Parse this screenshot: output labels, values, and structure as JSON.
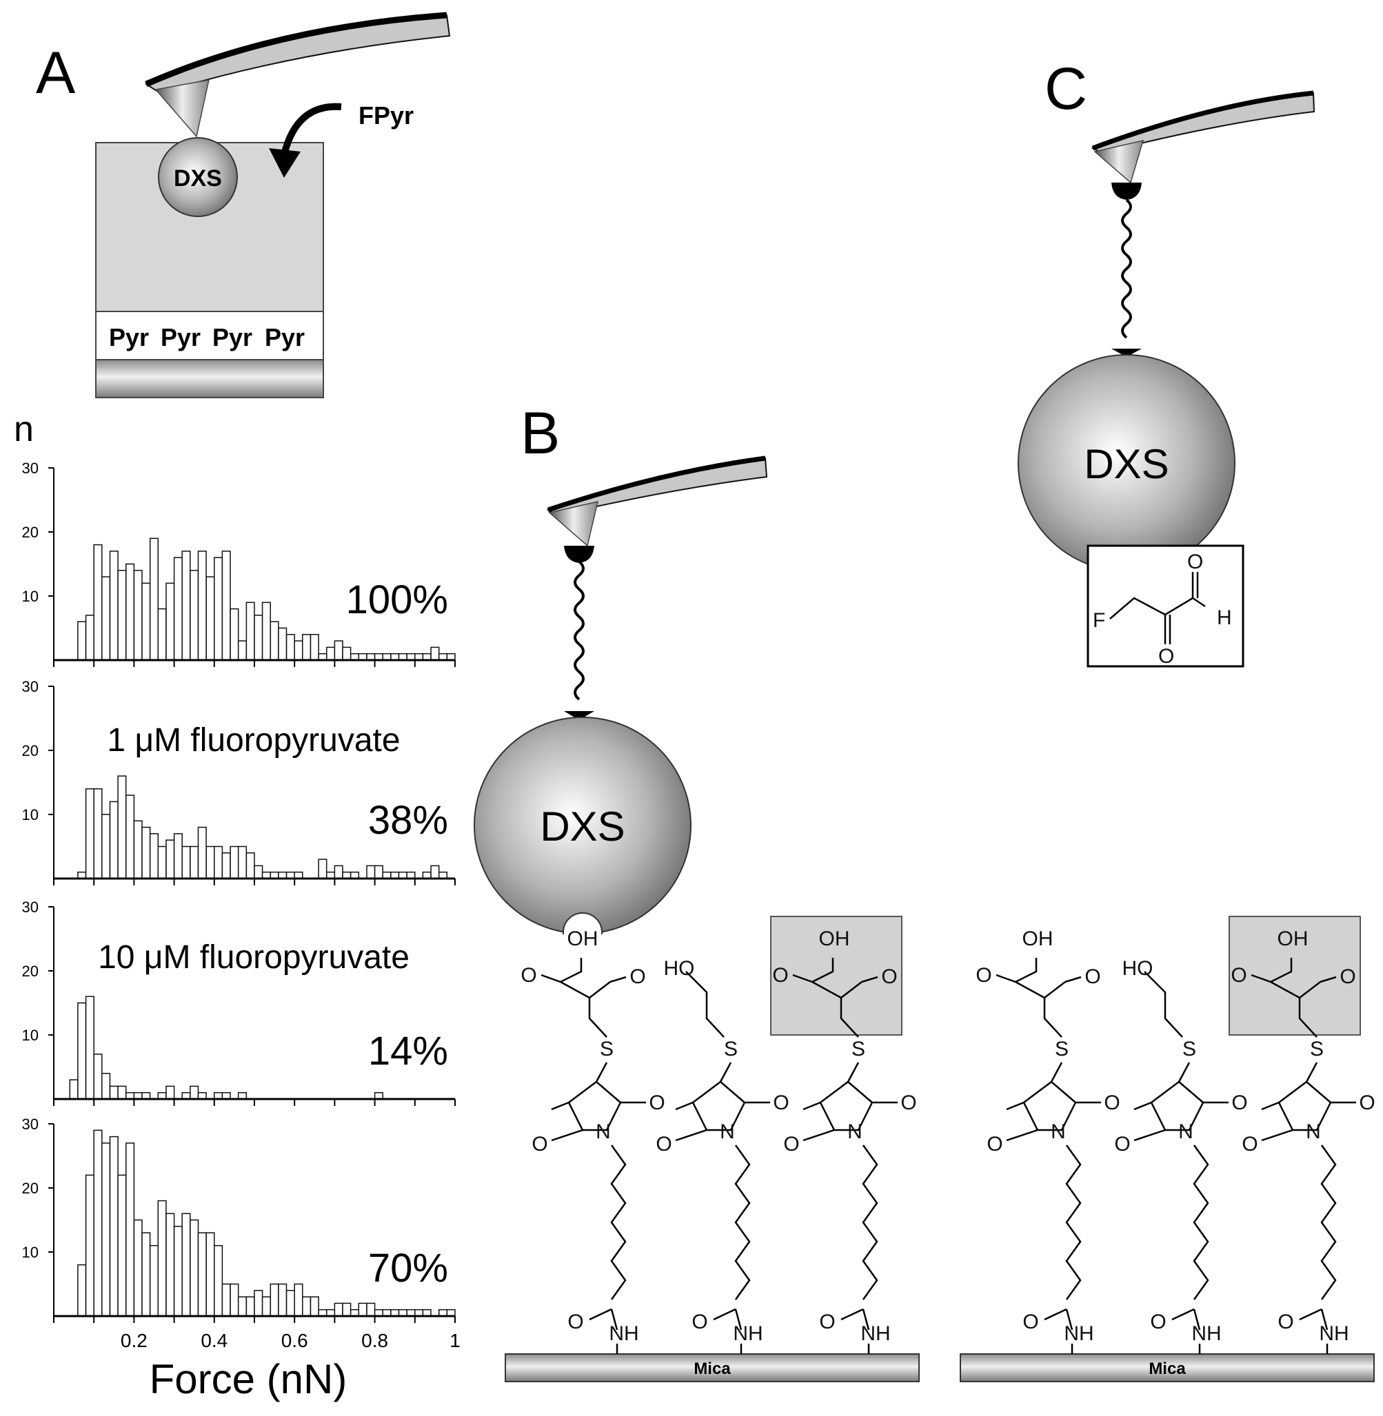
{
  "panels": {
    "a": {
      "letter": "A",
      "enzyme": "DXS",
      "reagent": "FPyr",
      "substrate_labels": [
        "Pyr",
        "Pyr",
        "Pyr",
        "Pyr"
      ]
    },
    "b": {
      "letter": "B",
      "enzyme": "DXS",
      "surface": "Mica"
    },
    "c": {
      "letter": "C",
      "enzyme": "DXS",
      "surface": "Mica",
      "inset_atoms": {
        "f": "F",
        "o_top": "O",
        "h": "H",
        "o_bottom": "O"
      }
    }
  },
  "chem_labels": {
    "oh": "OH",
    "ho": "HO",
    "o": "O",
    "s": "S",
    "n": "N",
    "nh": "NH"
  },
  "histograms": {
    "y_axis_title": "n",
    "x_axis_title": "Force (nN)",
    "y_ticks": [
      "30",
      "20",
      "10"
    ],
    "x_tick_labels": [
      "0.2",
      "0.4",
      "0.6",
      "0.8",
      "1"
    ]
  },
  "chart_data": [
    {
      "type": "bar",
      "condition": "",
      "percent_label": "100%",
      "xlabel": "",
      "ylabel": "n",
      "xlim": [
        0,
        1
      ],
      "ylim": [
        0,
        30
      ],
      "bin_width": 0.02,
      "bin_starts": [
        0.06,
        0.08,
        0.1,
        0.12,
        0.14,
        0.16,
        0.18,
        0.2,
        0.22,
        0.24,
        0.26,
        0.28,
        0.3,
        0.32,
        0.34,
        0.36,
        0.38,
        0.4,
        0.42,
        0.44,
        0.46,
        0.48,
        0.5,
        0.52,
        0.54,
        0.56,
        0.58,
        0.6,
        0.62,
        0.64,
        0.66,
        0.68,
        0.7,
        0.72,
        0.74,
        0.76,
        0.78,
        0.8,
        0.82,
        0.84,
        0.86,
        0.88,
        0.9,
        0.92,
        0.94,
        0.96,
        0.98
      ],
      "values": [
        6,
        7,
        18,
        13,
        17,
        14,
        15,
        14,
        12,
        19,
        8,
        12,
        16,
        17,
        14,
        17,
        13,
        16,
        17,
        8,
        3,
        9,
        7,
        9,
        6,
        5,
        4,
        3,
        4,
        4,
        1,
        2,
        3,
        2,
        1,
        1,
        1,
        1,
        1,
        1,
        1,
        1,
        1,
        1,
        2,
        1,
        1
      ]
    },
    {
      "type": "bar",
      "condition": "1 μM fluoropyruvate",
      "percent_label": "38%",
      "xlabel": "",
      "ylabel": "n",
      "xlim": [
        0,
        1
      ],
      "ylim": [
        0,
        30
      ],
      "bin_width": 0.02,
      "bin_starts": [
        0.06,
        0.08,
        0.1,
        0.12,
        0.14,
        0.16,
        0.18,
        0.2,
        0.22,
        0.24,
        0.26,
        0.28,
        0.3,
        0.32,
        0.34,
        0.36,
        0.38,
        0.4,
        0.42,
        0.44,
        0.46,
        0.48,
        0.5,
        0.52,
        0.54,
        0.56,
        0.58,
        0.6,
        0.62,
        0.64,
        0.66,
        0.68,
        0.7,
        0.72,
        0.74,
        0.76,
        0.78,
        0.8,
        0.82,
        0.84,
        0.86,
        0.88,
        0.9,
        0.92,
        0.94,
        0.96,
        0.98
      ],
      "values": [
        1,
        14,
        14,
        10,
        12,
        16,
        13,
        9,
        8,
        7,
        5,
        6,
        7,
        5,
        5,
        8,
        5,
        5,
        4,
        5,
        5,
        4,
        2,
        1,
        1,
        1,
        1,
        1,
        0,
        0,
        3,
        1,
        2,
        1,
        1,
        0,
        2,
        2,
        1,
        1,
        1,
        1,
        0,
        1,
        2,
        1,
        0
      ]
    },
    {
      "type": "bar",
      "condition": "10 μM fluoropyruvate",
      "percent_label": "14%",
      "xlabel": "",
      "ylabel": "n",
      "xlim": [
        0,
        1
      ],
      "ylim": [
        0,
        30
      ],
      "bin_width": 0.02,
      "bin_starts": [
        0.04,
        0.06,
        0.08,
        0.1,
        0.12,
        0.14,
        0.16,
        0.18,
        0.2,
        0.22,
        0.24,
        0.26,
        0.28,
        0.3,
        0.32,
        0.34,
        0.36,
        0.38,
        0.4,
        0.42,
        0.44,
        0.46,
        0.48,
        0.8
      ],
      "values": [
        3,
        15,
        16,
        7,
        4,
        2,
        2,
        1,
        1,
        1,
        0,
        1,
        2,
        0,
        1,
        2,
        1,
        0,
        1,
        1,
        0,
        1,
        0,
        1
      ]
    },
    {
      "type": "bar",
      "condition": "",
      "percent_label": "70%",
      "xlabel": "Force (nN)",
      "ylabel": "n",
      "xlim": [
        0,
        1
      ],
      "ylim": [
        0,
        30
      ],
      "bin_width": 0.02,
      "bin_starts": [
        0.06,
        0.08,
        0.1,
        0.12,
        0.14,
        0.16,
        0.18,
        0.2,
        0.22,
        0.24,
        0.26,
        0.28,
        0.3,
        0.32,
        0.34,
        0.36,
        0.38,
        0.4,
        0.42,
        0.44,
        0.46,
        0.48,
        0.5,
        0.52,
        0.54,
        0.56,
        0.58,
        0.6,
        0.62,
        0.64,
        0.66,
        0.68,
        0.7,
        0.72,
        0.74,
        0.76,
        0.78,
        0.8,
        0.82,
        0.84,
        0.86,
        0.88,
        0.9,
        0.92,
        0.94,
        0.96,
        0.98
      ],
      "values": [
        8,
        22,
        29,
        27,
        28,
        22,
        27,
        15,
        13,
        11,
        18,
        16,
        14,
        16,
        15,
        13,
        13,
        11,
        5,
        5,
        3,
        3,
        4,
        3,
        5,
        5,
        4,
        5,
        3,
        3,
        1,
        1,
        2,
        2,
        1,
        2,
        2,
        1,
        1,
        1,
        1,
        1,
        1,
        1,
        0,
        1,
        1
      ]
    }
  ]
}
